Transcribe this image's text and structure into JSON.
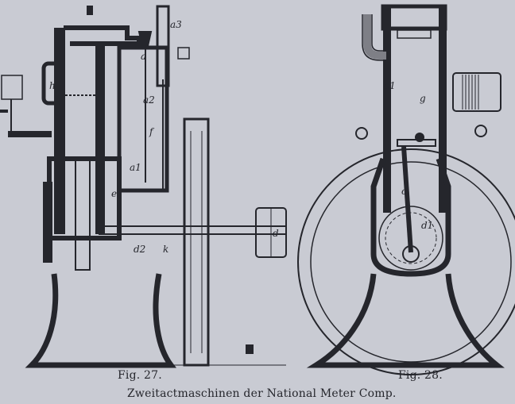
{
  "figures": [
    {
      "label": "Fig. 27.",
      "parts": [
        "h",
        "a3",
        "a",
        "a2",
        "f",
        "a1",
        "e",
        "d2",
        "k",
        "d"
      ]
    },
    {
      "label": "Fig. 28.",
      "parts": [
        "a1",
        "g",
        "c",
        "d1"
      ]
    }
  ],
  "caption": "Zweitactmaschinen der National Meter Comp.",
  "colors": {
    "paper": "#c9cbd3",
    "ink": "#25262c"
  }
}
